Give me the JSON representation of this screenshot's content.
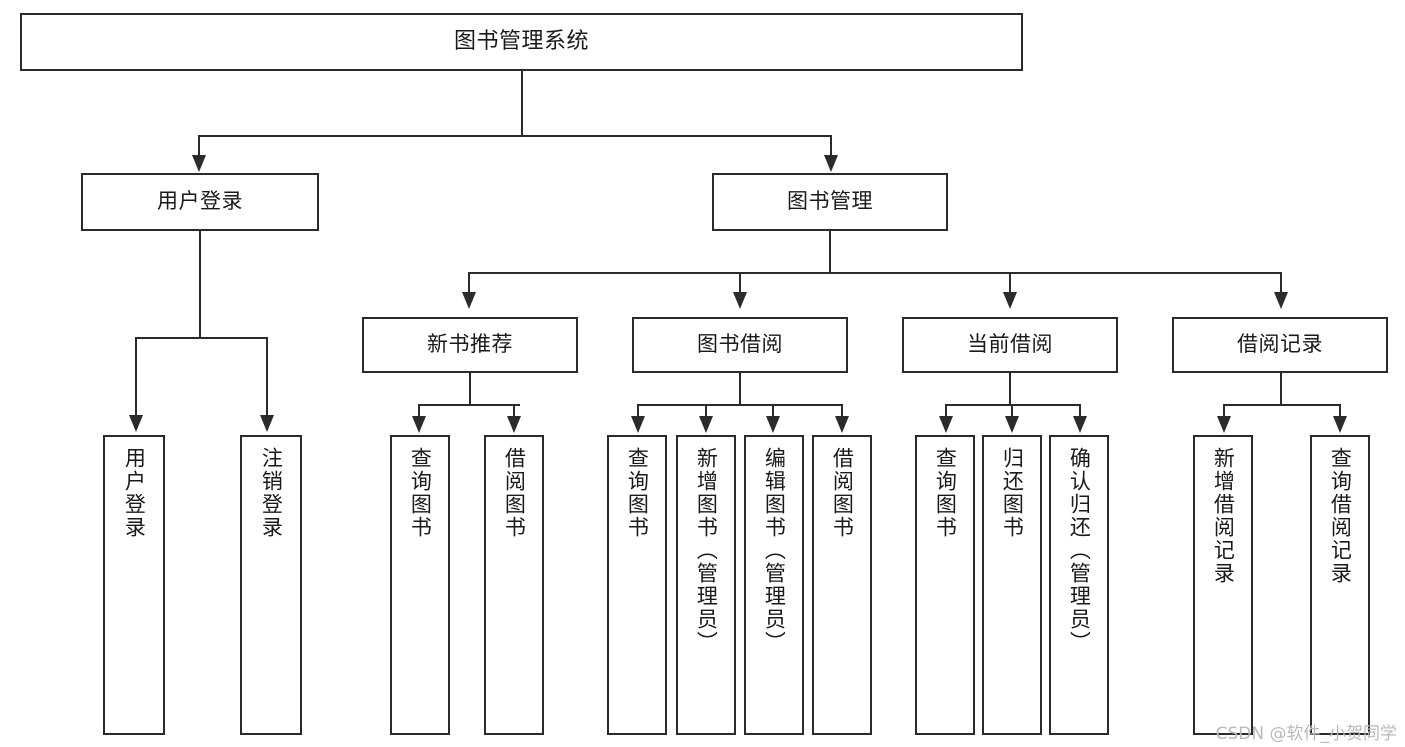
{
  "diagram": {
    "title": "图书管理系统",
    "watermark": "CSDN @软件_小贺同学",
    "colors": {
      "stroke": "#2b2b2b",
      "fill": "#ffffff",
      "text": "#1a1a1a",
      "watermark": "#b9b9b9"
    },
    "levels": {
      "root": {
        "label": "图书管理系统"
      },
      "level1": [
        {
          "label": "用户登录"
        },
        {
          "label": "图书管理"
        }
      ],
      "level2": [
        {
          "label": "新书推荐"
        },
        {
          "label": "图书借阅"
        },
        {
          "label": "当前借阅"
        },
        {
          "label": "借阅记录"
        }
      ],
      "leaves": {
        "user_login": [
          {
            "label": "用户登录"
          },
          {
            "label": "注销登录"
          }
        ],
        "new_book": [
          {
            "label": "查询图书"
          },
          {
            "label": "借阅图书"
          }
        ],
        "borrow_book": [
          {
            "label": "查询图书"
          },
          {
            "label": "新增图书（管理员）"
          },
          {
            "label": "编辑图书（管理员）"
          },
          {
            "label": "借阅图书"
          }
        ],
        "current_borrow": [
          {
            "label": "查询图书"
          },
          {
            "label": "归还图书"
          },
          {
            "label": "确认归还（管理员）"
          }
        ],
        "borrow_record": [
          {
            "label": "新增借阅记录"
          },
          {
            "label": "查询借阅记录"
          }
        ]
      }
    }
  }
}
